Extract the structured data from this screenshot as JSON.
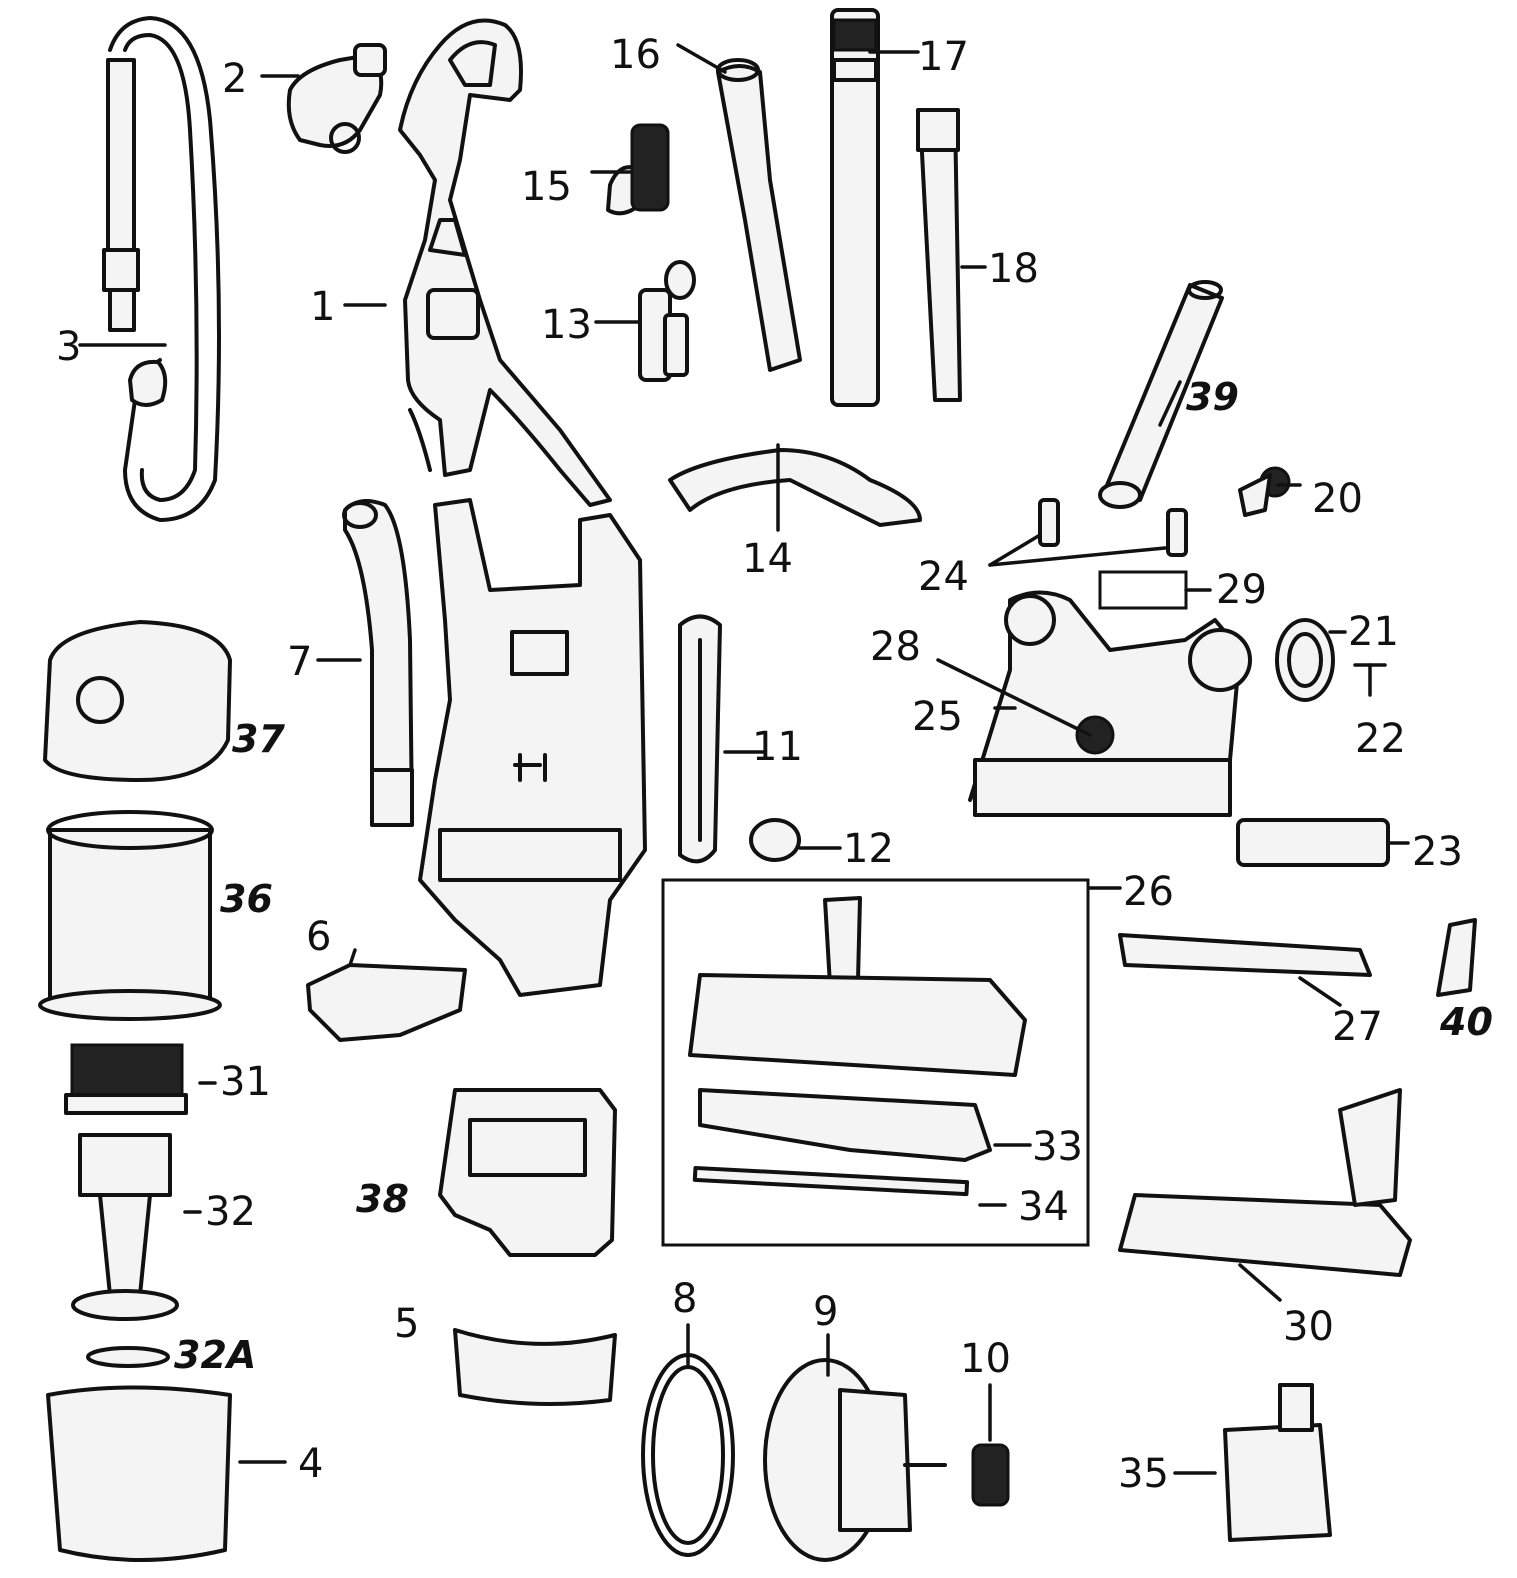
{
  "labels": {
    "p1": "1",
    "p2": "2",
    "p3": "3",
    "p4": "4",
    "p5": "5",
    "p6": "6",
    "p7": "7",
    "p8": "8",
    "p9": "9",
    "p10": "10",
    "p11": "11",
    "p12": "12",
    "p13": "13",
    "p14": "14",
    "p15": "15",
    "p16": "16",
    "p17": "17",
    "p18": "18",
    "p20": "20",
    "p21": "21",
    "p22": "22",
    "p23": "23",
    "p24": "24",
    "p25": "25",
    "p26": "26",
    "p27": "27",
    "p28": "28",
    "p29": "29",
    "p30": "30",
    "p31": "31",
    "p32": "32",
    "p32a": "32A",
    "p33": "33",
    "p34": "34",
    "p35": "35",
    "p36": "36",
    "p37": "37",
    "p38": "38",
    "p39": "39",
    "p40": "40"
  }
}
